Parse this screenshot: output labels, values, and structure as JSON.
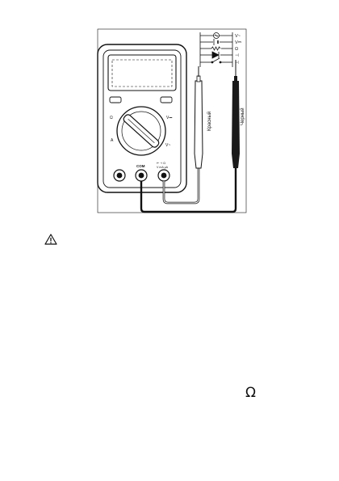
{
  "diagram": {
    "labels": {
      "red_probe": "Красный",
      "black_probe": "Черный",
      "com_jack": "COM",
      "input_jack_line1": "⊢ ⊣ Ω",
      "input_jack_line2": "V mA μA",
      "dial_left": "Ω",
      "dial_right_top": "V⎓",
      "dial_right_bottom": "V~",
      "dial_bottom_left": "A",
      "circuit_v_ac": "V~",
      "circuit_v_dc": "V⎓",
      "circuit_ohm": "Ω",
      "circuit_diode": "⊣",
      "circuit_switch": "⊣"
    }
  },
  "page": {
    "warning_icon": "warning-triangle-icon",
    "omega_symbol": "Ω"
  },
  "colors": {
    "ink": "#111111",
    "probe_black": "#1a1a1a"
  }
}
